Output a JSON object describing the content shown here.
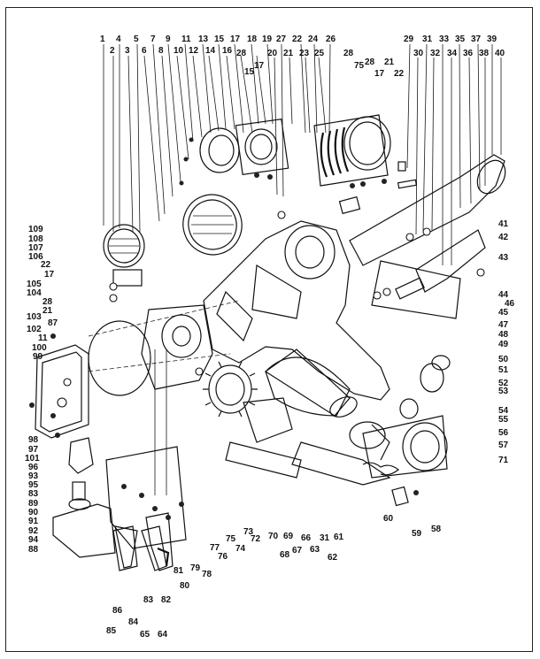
{
  "diagram": {
    "callouts": [
      {
        "id": "c1",
        "text": "1"
      },
      {
        "id": "c2",
        "text": "2"
      },
      {
        "id": "c3",
        "text": "3"
      },
      {
        "id": "c4",
        "text": "4"
      },
      {
        "id": "c5",
        "text": "5"
      },
      {
        "id": "c6",
        "text": "6"
      },
      {
        "id": "c7",
        "text": "7"
      },
      {
        "id": "c8",
        "text": "8"
      },
      {
        "id": "c9",
        "text": "9"
      },
      {
        "id": "c10",
        "text": "10"
      },
      {
        "id": "c11",
        "text": "11"
      },
      {
        "id": "c12",
        "text": "12"
      },
      {
        "id": "c13",
        "text": "13"
      },
      {
        "id": "c14",
        "text": "14"
      },
      {
        "id": "c15",
        "text": "15"
      },
      {
        "id": "c16",
        "text": "16"
      },
      {
        "id": "c17",
        "text": "17"
      },
      {
        "id": "c18",
        "text": "18"
      },
      {
        "id": "c19",
        "text": "19"
      },
      {
        "id": "c27",
        "text": "27"
      },
      {
        "id": "c22",
        "text": "22"
      },
      {
        "id": "c24",
        "text": "24"
      },
      {
        "id": "c26",
        "text": "26"
      },
      {
        "id": "c29",
        "text": "29"
      },
      {
        "id": "c31",
        "text": "31"
      },
      {
        "id": "c33",
        "text": "33"
      },
      {
        "id": "c35",
        "text": "35"
      },
      {
        "id": "c37",
        "text": "37"
      },
      {
        "id": "c39",
        "text": "39"
      },
      {
        "id": "c28a",
        "text": "28"
      },
      {
        "id": "c17a",
        "text": "17"
      },
      {
        "id": "c15a",
        "text": "15"
      },
      {
        "id": "c20",
        "text": "20"
      },
      {
        "id": "c21",
        "text": "21"
      },
      {
        "id": "c23",
        "text": "23"
      },
      {
        "id": "c25",
        "text": "25"
      },
      {
        "id": "c28b",
        "text": "28"
      },
      {
        "id": "c75a",
        "text": "75"
      },
      {
        "id": "c28c",
        "text": "28"
      },
      {
        "id": "c17b",
        "text": "17"
      },
      {
        "id": "c21b",
        "text": "21"
      },
      {
        "id": "c22b",
        "text": "22"
      },
      {
        "id": "c30",
        "text": "30"
      },
      {
        "id": "c32",
        "text": "32"
      },
      {
        "id": "c34",
        "text": "34"
      },
      {
        "id": "c36",
        "text": "36"
      },
      {
        "id": "c38",
        "text": "38"
      },
      {
        "id": "c40",
        "text": "40"
      },
      {
        "id": "c109",
        "text": "109"
      },
      {
        "id": "c108",
        "text": "108"
      },
      {
        "id": "c107",
        "text": "107"
      },
      {
        "id": "c106",
        "text": "106"
      },
      {
        "id": "c22c",
        "text": "22"
      },
      {
        "id": "c17c",
        "text": "17"
      },
      {
        "id": "c105",
        "text": "105"
      },
      {
        "id": "c104",
        "text": "104"
      },
      {
        "id": "c28d",
        "text": "28"
      },
      {
        "id": "c21c",
        "text": "21"
      },
      {
        "id": "c103",
        "text": "103"
      },
      {
        "id": "c87",
        "text": "87"
      },
      {
        "id": "c102",
        "text": "102"
      },
      {
        "id": "c11b",
        "text": "11"
      },
      {
        "id": "c100",
        "text": "100"
      },
      {
        "id": "c99",
        "text": "99"
      },
      {
        "id": "c98",
        "text": "98"
      },
      {
        "id": "c97",
        "text": "97"
      },
      {
        "id": "c101",
        "text": "101"
      },
      {
        "id": "c96",
        "text": "96"
      },
      {
        "id": "c93",
        "text": "93"
      },
      {
        "id": "c95",
        "text": "95"
      },
      {
        "id": "c83",
        "text": "83"
      },
      {
        "id": "c89",
        "text": "89"
      },
      {
        "id": "c90",
        "text": "90"
      },
      {
        "id": "c91",
        "text": "91"
      },
      {
        "id": "c92",
        "text": "92"
      },
      {
        "id": "c94",
        "text": "94"
      },
      {
        "id": "c88",
        "text": "88"
      },
      {
        "id": "c41",
        "text": "41"
      },
      {
        "id": "c42",
        "text": "42"
      },
      {
        "id": "c43",
        "text": "43"
      },
      {
        "id": "c44",
        "text": "44"
      },
      {
        "id": "c46",
        "text": "46"
      },
      {
        "id": "c45",
        "text": "45"
      },
      {
        "id": "c47",
        "text": "47"
      },
      {
        "id": "c48",
        "text": "48"
      },
      {
        "id": "c49",
        "text": "49"
      },
      {
        "id": "c50",
        "text": "50"
      },
      {
        "id": "c51",
        "text": "51"
      },
      {
        "id": "c52",
        "text": "52"
      },
      {
        "id": "c53",
        "text": "53"
      },
      {
        "id": "c54",
        "text": "54"
      },
      {
        "id": "c55",
        "text": "55"
      },
      {
        "id": "c56",
        "text": "56"
      },
      {
        "id": "c57",
        "text": "57"
      },
      {
        "id": "c71",
        "text": "71"
      },
      {
        "id": "c58",
        "text": "58"
      },
      {
        "id": "c59",
        "text": "59"
      },
      {
        "id": "c60",
        "text": "60"
      },
      {
        "id": "c61",
        "text": "61"
      },
      {
        "id": "c62",
        "text": "62"
      },
      {
        "id": "c31b",
        "text": "31"
      },
      {
        "id": "c63",
        "text": "63"
      },
      {
        "id": "c66",
        "text": "66"
      },
      {
        "id": "c67",
        "text": "67"
      },
      {
        "id": "c68",
        "text": "68"
      },
      {
        "id": "c69",
        "text": "69"
      },
      {
        "id": "c70",
        "text": "70"
      },
      {
        "id": "c72",
        "text": "72"
      },
      {
        "id": "c73",
        "text": "73"
      },
      {
        "id": "c74",
        "text": "74"
      },
      {
        "id": "c75b",
        "text": "75"
      },
      {
        "id": "c76",
        "text": "76"
      },
      {
        "id": "c77",
        "text": "77"
      },
      {
        "id": "c78",
        "text": "78"
      },
      {
        "id": "c79",
        "text": "79"
      },
      {
        "id": "c80",
        "text": "80"
      },
      {
        "id": "c81",
        "text": "81"
      },
      {
        "id": "c82",
        "text": "82"
      },
      {
        "id": "c64",
        "text": "64"
      },
      {
        "id": "c65",
        "text": "65"
      },
      {
        "id": "c83b",
        "text": "83"
      },
      {
        "id": "c84",
        "text": "84"
      },
      {
        "id": "c86",
        "text": "86"
      },
      {
        "id": "c85",
        "text": "85"
      }
    ]
  }
}
